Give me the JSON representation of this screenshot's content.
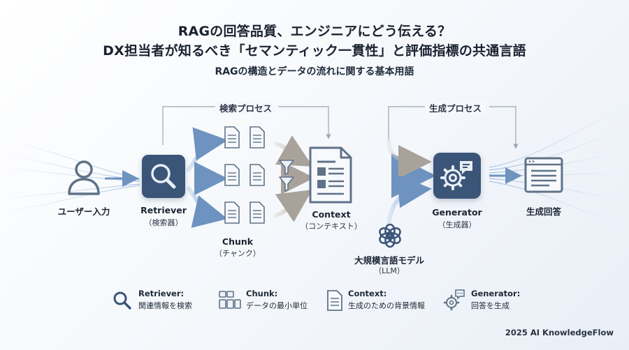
{
  "title": {
    "line1": "RAGの回答品質、エンジニアにどう伝える？",
    "line2": "DX担当者が知るべき「セマンティック一貫性」と評価指標の共通言語"
  },
  "subtitle": "RAGの構造とデータの流れに関する基本用語",
  "processes": {
    "search": "検索プロセス",
    "generation": "生成プロセス"
  },
  "nodes": {
    "user": {
      "label": "ユーザー入力",
      "icon": "user-icon"
    },
    "retriever": {
      "label": "Retriever",
      "sub": "（検索器）",
      "icon": "magnifier-icon"
    },
    "chunk": {
      "label": "Chunk",
      "sub": "（チャンク）",
      "icon": "document-icon"
    },
    "context": {
      "label": "Context",
      "sub": "（コンテキスト）",
      "icon": "context-document-icon"
    },
    "llm": {
      "label": "大規模言語モデル",
      "sub": "（LLM）",
      "icon": "llm-knot-icon"
    },
    "generator": {
      "label": "Generator",
      "sub": "（生成器）",
      "icon": "gear-chat-icon"
    },
    "output": {
      "label": "生成回答",
      "icon": "answer-window-icon"
    }
  },
  "legend": [
    {
      "title": "Retriever:",
      "desc": "関連情報を検索",
      "icon": "magnifier-icon"
    },
    {
      "title": "Chunk:",
      "desc": "データの最小単位",
      "icon": "blocks-icon"
    },
    {
      "title": "Context:",
      "desc": "生成のための背景情報",
      "icon": "document-icon"
    },
    {
      "title": "Generator:",
      "desc": "回答を生成",
      "icon": "gear-chat-icon"
    }
  ],
  "footer": "2025 AI KnowledgeFlow",
  "colors": {
    "navy": "#3b5578",
    "slate": "#5f7388",
    "flow_blue": "#8fb4dc",
    "flow_dark": "#5b7fa8",
    "flow_gray": "#b7b1aa",
    "text": "#1c2533"
  }
}
